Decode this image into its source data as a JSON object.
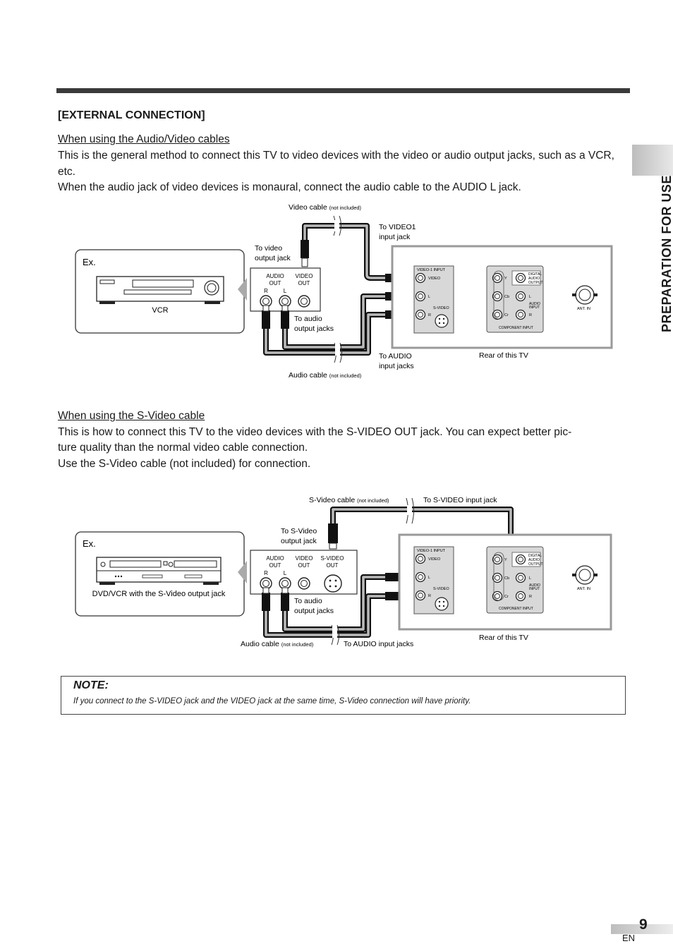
{
  "header": {
    "section_tab": "PREPARATION FOR USE"
  },
  "section": {
    "title": "[EXTERNAL CONNECTION]"
  },
  "av": {
    "heading": "When using the Audio/Video cables",
    "para1": "This is the general method to connect this TV to video devices with the video or audio output jacks, such as a VCR, etc.",
    "para2": "When the audio jack of video devices is monaural, connect the audio cable to the AUDIO L jack.",
    "diagram": {
      "video_cable": "Video cable",
      "not_included": "(not included)",
      "to_video_output_1": "To video",
      "to_video_output_2": "output jack",
      "to_video1_1": "To VIDEO1",
      "to_video1_2": "input jack",
      "ex": "Ex.",
      "device": "VCR",
      "audio_out_1": "AUDIO",
      "audio_out_2": "OUT",
      "video_out_1": "VIDEO",
      "video_out_2": "OUT",
      "r": "R",
      "l": "L",
      "to_audio_out_1": "To audio",
      "to_audio_out_2": "output jacks",
      "to_audio_in_1": "To AUDIO",
      "to_audio_in_2": "input jacks",
      "audio_cable": "Audio cable",
      "rear_tv": "Rear of this TV"
    }
  },
  "sv": {
    "heading": "When using the S-Video cable",
    "para1": "This is how to connect this TV to the video devices with the S-VIDEO OUT jack. You can expect better pic-",
    "para2": "ture quality than the normal video cable connection.",
    "para3": "Use the S-Video cable (not included) for connection.",
    "diagram": {
      "svideo_cable": "S-Video cable",
      "not_included": "(not included)",
      "to_svideo_in": "To S-VIDEO input jack",
      "to_svideo_out_1": "To S-Video",
      "to_svideo_out_2": "output jack",
      "ex": "Ex.",
      "device": "DVD/VCR with the S-Video output jack",
      "audio_out_1": "AUDIO",
      "audio_out_2": "OUT",
      "video_out_1": "VIDEO",
      "video_out_2": "OUT",
      "svideo_out_1": "S-VIDEO",
      "svideo_out_2": "OUT",
      "r": "R",
      "l": "L",
      "to_audio_out_1": "To audio",
      "to_audio_out_2": "output jacks",
      "audio_cable": "Audio cable",
      "to_audio_in": "To AUDIO input jacks",
      "rear_tv": "Rear of this TV"
    }
  },
  "tv_panel": {
    "video1_input": "VIDEO-1 INPUT",
    "video": "VIDEO",
    "l": "L",
    "r": "R",
    "svideo": "S-VIDEO",
    "y": "Y",
    "cb": "Cb",
    "cr": "Cr",
    "component_input": "COMPONENT  INPUT",
    "digital_1": "DIGITAL",
    "digital_2": "AUDIO",
    "digital_3": "OUTPUT",
    "audio_input_1": "AUDIO",
    "audio_input_2": "INPUT",
    "ant_in": "ANT. IN"
  },
  "note": {
    "title": "NOTE:",
    "text": "If you connect to the S-VIDEO jack and the VIDEO jack at the same time, S-Video connection will have priority."
  },
  "footer": {
    "page_number": "9",
    "language": "EN"
  }
}
